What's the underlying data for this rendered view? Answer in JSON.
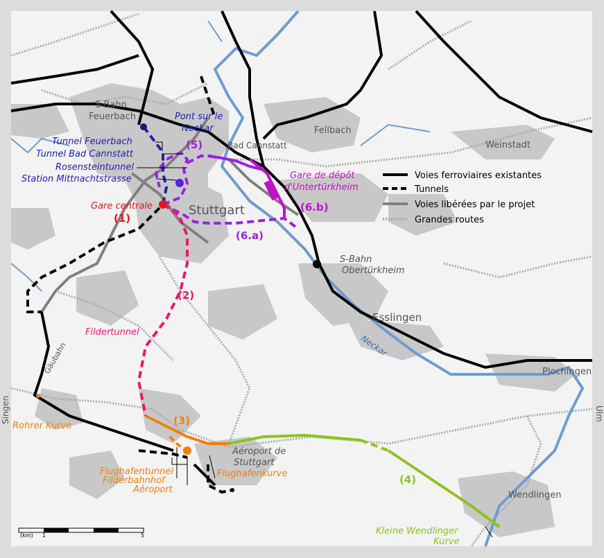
{
  "legend": {
    "existing": "Voies ferroviaires existantes",
    "tunnels": "Tunnels",
    "freed": "Voies libérées par le projet",
    "roads": "Grandes routes"
  },
  "places": {
    "feuerbach": [
      "S-Bahn",
      "Feuerbach"
    ],
    "fellbach": "Fellbach",
    "weinstadt": "Weinstadt",
    "bad_cannstatt": "Bad Cannstatt",
    "stuttgart": "Stuttgart",
    "obertuerkheim": [
      "S-Bahn",
      "Obertürkheim"
    ],
    "esslingen": "Esslingen",
    "neckar": "Neckar",
    "plochingen": "Plochingen",
    "ulm": "Ulm",
    "singen": "Singen",
    "gaeubahn": "Gäubahn",
    "wendlingen": "Wendlingen",
    "aeroport_label": [
      "Aéroport de",
      "Stuttgart"
    ]
  },
  "annotations": {
    "pont": [
      "Pont sur le",
      "Neckar"
    ],
    "num5": "(5)",
    "tunnel_feuerbach": "Tunnel Feuerbach",
    "tunnel_bad_cannstatt": "Tunnel Bad Cannstatt",
    "rosensteintunnel": "Rosensteintunnel",
    "station_mittnacht": "Station Mittnachtstrasse",
    "gare_centrale": "Gare centrale",
    "num1": "(1)",
    "gare_depot": [
      "Gare de dépôt",
      "d'Untertürkheim"
    ],
    "num6b": "(6.b)",
    "num6a": "(6.a)",
    "num2": "(2)",
    "fildertunnel": "Fildertunnel",
    "num3": "(3)",
    "rohrer_kurve": "Rohrer Kurve",
    "flughafentunnel": "Flughafentunnel",
    "filderbahnhof": "Filderbahnhof",
    "aeroport": "Aéroport",
    "flughafenkurve": "Flughafenkurve",
    "num4": "(4)",
    "kleine_wendlinger": [
      "Kleine Wendlinger",
      "Kurve"
    ]
  },
  "scale": {
    "unit": "(km)",
    "tick1": "1",
    "tick5": "5"
  },
  "colors": {
    "background": "#f3f3f3",
    "urban": "#c8c8c8",
    "river": "#6e9ccf",
    "existing": "#000000",
    "freed": "#808080",
    "blue": "#2222b0",
    "red": "#e8141c",
    "purple": "#9a22e0",
    "magenta": "#c012c8",
    "pink": "#e8186c",
    "orange": "#f08010",
    "green": "#8dc21f"
  }
}
